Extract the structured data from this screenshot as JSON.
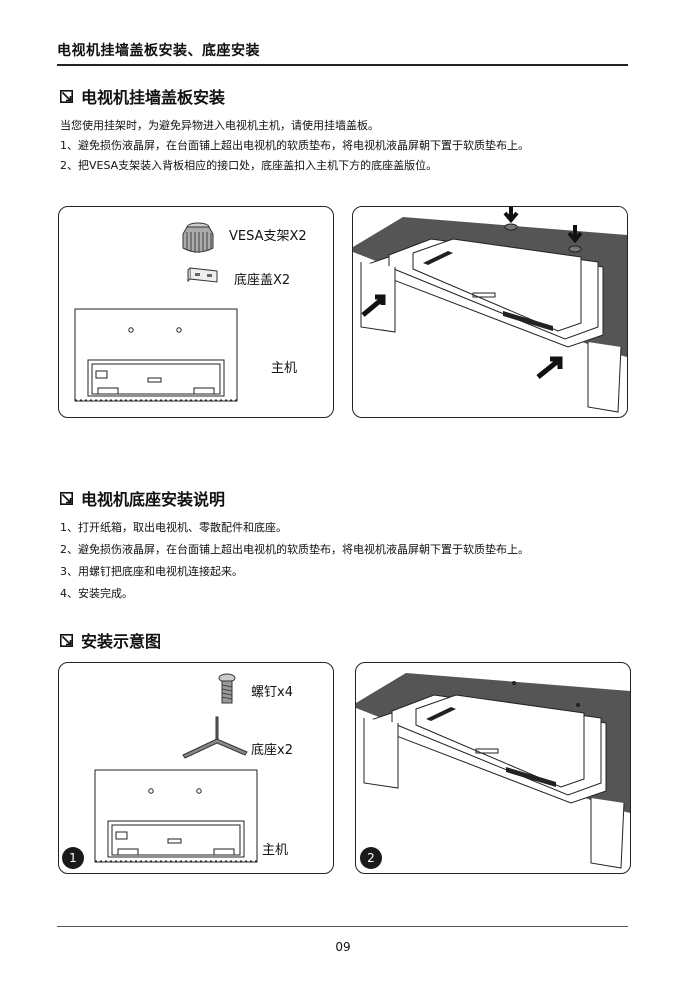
{
  "header": {
    "title": "电视机挂墙盖板安装、底座安装"
  },
  "section1": {
    "title": "电视机挂墙盖板安装",
    "lines": [
      "当您使用挂架时，为避免异物进入电视机主机，请使用挂墙盖板。",
      "1、避免损伤液晶屏，在台面铺上超出电视机的软质垫布，将电视机液晶屏朝下置于软质垫布上。",
      "2、把VESA支架装入背板相应的接口处，底座盖扣入主机下方的底座盖版位。"
    ],
    "panel_labels": {
      "vesa": "VESA支架X2",
      "base_cover": "底座盖X2",
      "main_unit": "主机"
    }
  },
  "section2": {
    "title": "电视机底座安装说明",
    "lines": [
      "1、打开纸箱，取出电视机、零散配件和底座。",
      "2、避免损伤液晶屏，在台面铺上超出电视机的软质垫布，将电视机液晶屏朝下置于软质垫布上。",
      "3、用螺钉把底座和电视机连接起来。",
      "4、安装完成。"
    ]
  },
  "section3": {
    "title": "安装示意图",
    "panel_labels": {
      "screws": "螺钉x4",
      "stand": "底座x2",
      "main_unit": "主机"
    },
    "badges": [
      "1",
      "2"
    ]
  },
  "footer": {
    "page_number": "09"
  },
  "icons": {
    "section_marker": "checkbox-icon"
  }
}
